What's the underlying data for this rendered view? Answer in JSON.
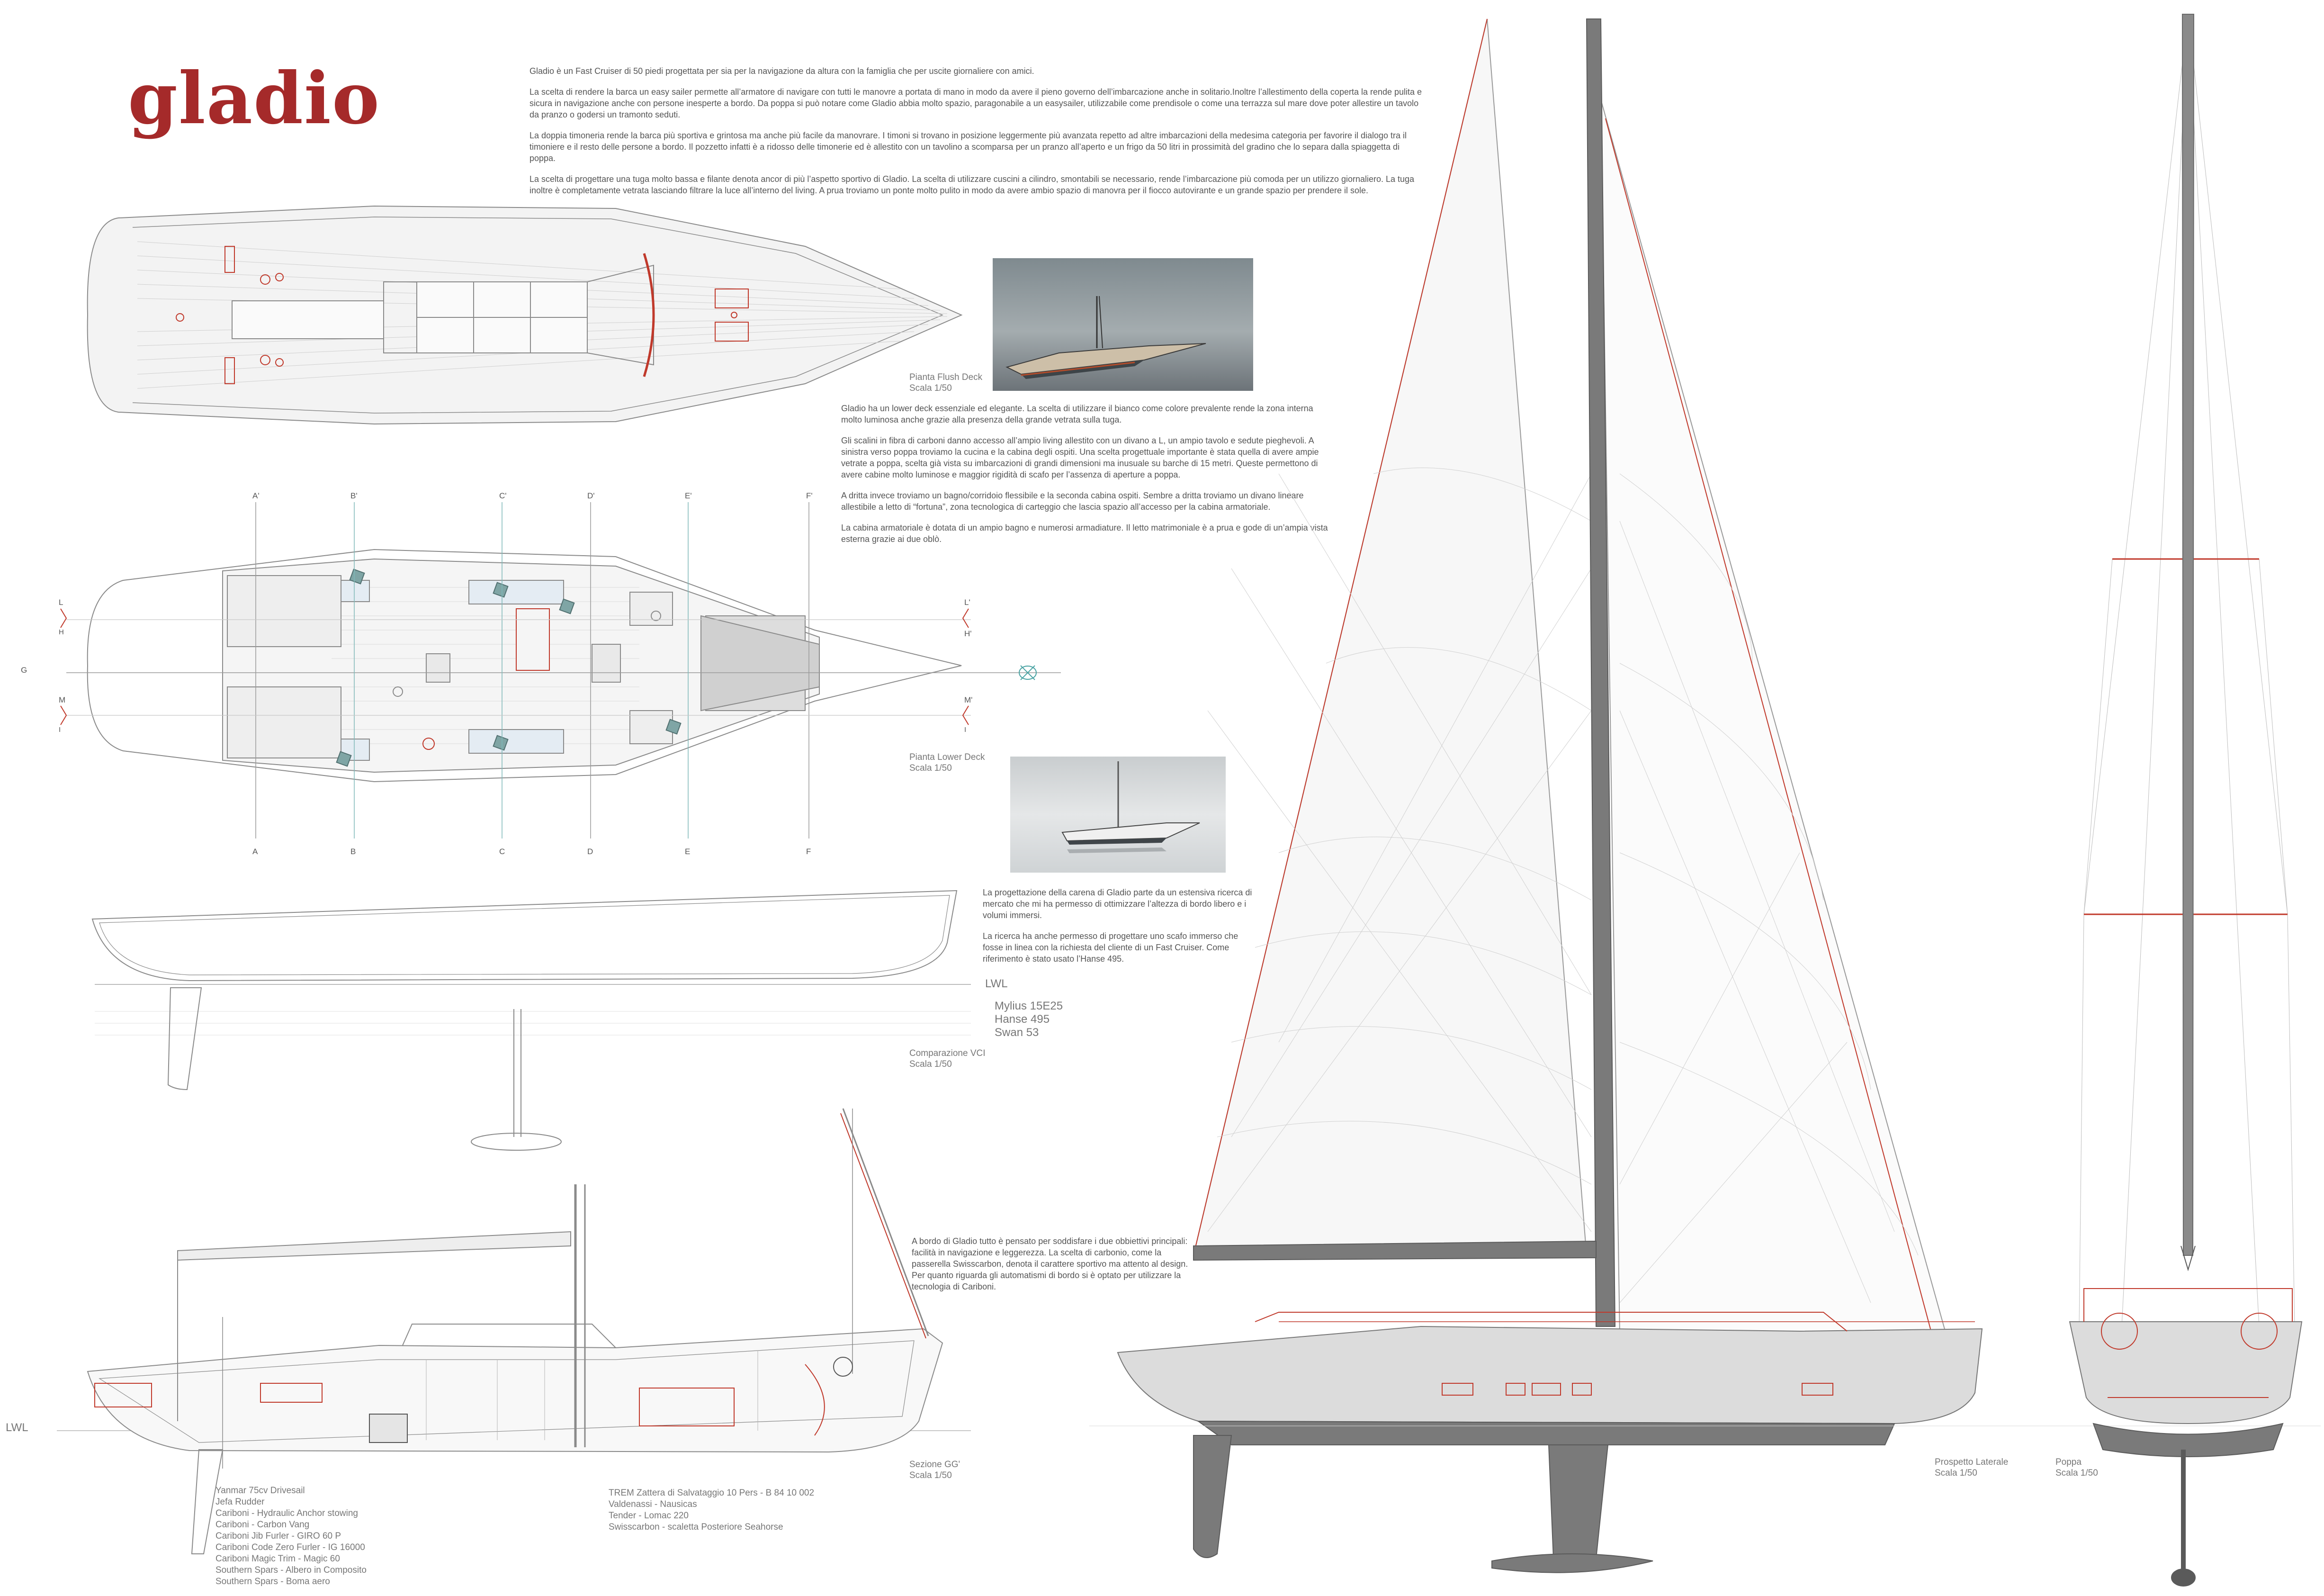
{
  "logo": "gladio",
  "intro_paragraphs": [
    "Gladio è un Fast Cruiser di 50 piedi progettata per sia per la navigazione da altura con la famiglia che per uscite giornaliere con amici.",
    "La scelta di rendere la barca un easy sailer permette all’armatore di navigare con tutti le manovre a portata di mano in modo da avere il pieno governo dell’imbarcazione anche in solitario.Inoltre l’allestimento della coperta la rende pulita e sicura in navigazione anche con persone inesperte a bordo. Da poppa si può notare come Gladio abbia molto spazio, paragonabile a un easysailer, utilizzabile come prendisole o come una terrazza sul mare dove poter allestire un tavolo da pranzo o godersi un tramonto seduti.",
    "La doppia timoneria rende la barca più sportiva e grintosa ma anche più facile da manovrare. I timoni si trovano in posizione leggermente più avanzata repetto ad altre imbarcazioni della medesima categoria per favorire il dialogo tra il timoniere e il resto delle persone a bordo. Il pozzetto infatti è a ridosso delle timonerie ed è allestito con un tavolino a scomparsa per un pranzo all’aperto e un frigo da 50 litri in prossimità del gradino che lo separa dalla spiaggetta di poppa.",
    "La scelta di progettare una tuga molto bassa e filante denota ancor di più l’aspetto sportivo di Gladio. La scelta di utilizzare cuscini a cilindro, smontabili se necessario, rende l’imbarcazione più comoda per un utilizzo giornaliero. La tuga inoltre è completamente vetrata lasciando filtrare la luce all’interno del living. A prua troviamo un ponte molto pulito in modo da avere ambio spazio di manovra per il fiocco autovirante e un grande spazio per prendere il sole."
  ],
  "lower_deck_paragraphs": [
    "Gladio ha un lower deck essenziale ed elegante. La scelta di utilizzare il bianco come colore prevalente rende la zona interna molto luminosa anche grazie alla presenza della grande vetrata sulla tuga.",
    "Gli scalini in fibra di carboni danno accesso all’ampio living allestito con un divano a L, un ampio tavolo e sedute pieghevoli. A sinistra verso poppa troviamo la cucina e la cabina degli ospiti. Una scelta progettuale importante è stata quella di avere ampie vetrate a poppa, scelta già vista su imbarcazioni di grandi dimensioni ma inusuale su barche di 15 metri. Queste permettono di avere cabine molto luminose e maggior rigidità di scafo per l’assenza di aperture a poppa.",
    "A dritta invece troviamo un bagno/corridoio flessibile e la seconda cabina ospiti. Sembre a dritta troviamo un divano lineare allestibile a letto di “fortuna”, zona tecnologica di carteggio che lascia spazio all’accesso per la cabina armatoriale.",
    "La cabina armatoriale è dotata di un ampio bagno e numerosi armadiature. Il letto matrimoniale è a prua e gode di un’ampia vista esterna grazie ai due oblò."
  ],
  "hull_paragraphs": [
    "La progettazione della carena di Gladio parte da un estensiva ricerca di mercato che mi ha permesso di ottimizzare l’altezza di bordo libero  e i volumi immersi.",
    "La ricerca ha anche permesso di progettare uno scafo immerso che fosse in linea con la richiesta del cliente di un Fast Cruiser. Come riferimento è stato usato l’Hanse 495."
  ],
  "systems_paragraph": "A bordo di Gladio tutto è pensato per soddisfare i due obbiettivi principali: facilità in navigazione e leggerezza. La scelta di carbonio, come la passerella Swisscarbon, denota il carattere sportivo ma attento al design. Per quanto riguarda gli automatismi di bordo si è optato per utilizzare la tecnologia di Cariboni.",
  "captions": {
    "flush_deck": [
      "Pianta Flush Deck",
      "Scala 1/50"
    ],
    "lower_deck": [
      "Pianta Lower Deck",
      "Scala 1/50"
    ],
    "comparison": [
      "Comparazione VCI",
      "Scala 1/50"
    ],
    "section": [
      "Sezione GG'",
      "Scala 1/50"
    ],
    "side": [
      "Prospetto Laterale",
      "Scala 1/50"
    ],
    "stern": [
      "Poppa",
      "Scala 1/50"
    ]
  },
  "lwl_label": "LWL",
  "comparison_legend": [
    "Mylius 15E25",
    "Hanse 495",
    "Swan 53"
  ],
  "equipment_left": [
    "Yanmar 75cv Drivesail",
    "Jefa Rudder",
    "Cariboni - Hydraulic Anchor stowing",
    "Cariboni - Carbon Vang",
    "Cariboni Jib Furler - GIRO 60 P",
    "Cariboni Code Zero Furler - IG 16000",
    "Cariboni Magic Trim - Magic 60",
    "Southern Spars - Albero in Composito",
    "Southern Spars - Boma aero"
  ],
  "equipment_right": [
    "TREM Zattera di Salvataggio 10 Pers - B 84 10 002",
    "Valdenassi - Nausicas",
    "Tender - Lomac 220",
    "Swisscarbon - scaletta Posteriore Seahorse"
  ],
  "grid_top": [
    "A'",
    "B'",
    "C'",
    "D'",
    "E'",
    "F'"
  ],
  "grid_bottom": [
    "A",
    "B",
    "C",
    "D",
    "E",
    "F"
  ],
  "grid_side_left": [
    "L",
    "G",
    "M"
  ],
  "grid_side_right": [
    "L'",
    "H'",
    "M'"
  ],
  "grid_side_small": [
    "H",
    "I",
    "I"
  ],
  "colors": {
    "accent": "#a52a2a",
    "line": "#8a8a8a",
    "hull": "#d2d2d2",
    "keel": "#7a7a7a",
    "teal": "#7fb8b8",
    "red_line": "#c0392b"
  }
}
